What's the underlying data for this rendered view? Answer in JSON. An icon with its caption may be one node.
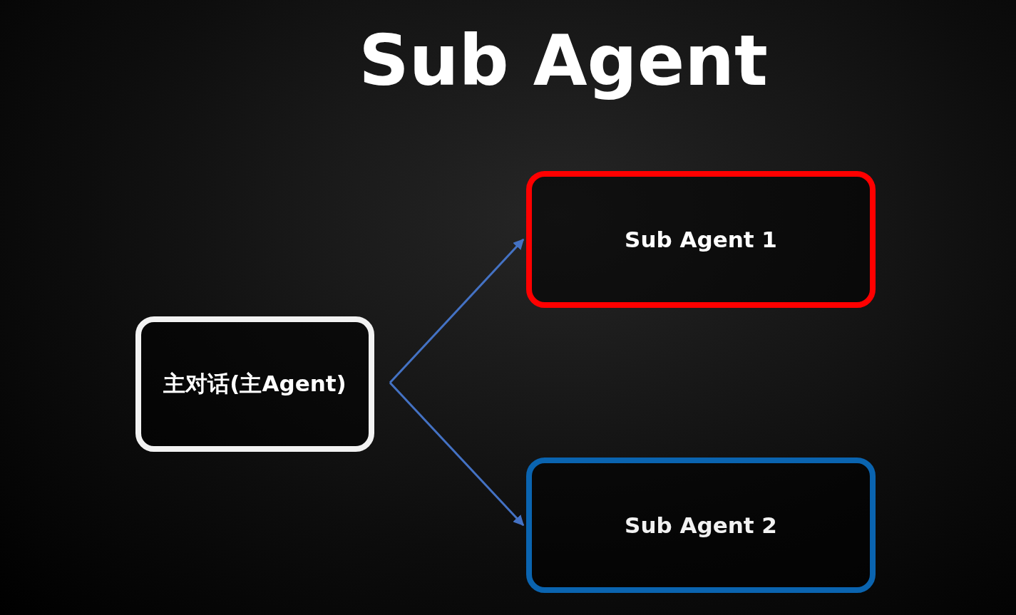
{
  "diagram": {
    "title": "Sub Agent",
    "nodes": [
      {
        "text": [
          "主对话(主Agent)"
        ]
      },
      {
        "text": [
          "Sub Agent 1"
        ]
      },
      {
        "text": [
          "Sub Agent 2"
        ]
      }
    ],
    "edges": [
      {
        "from": 0,
        "to": 1,
        "arrow": "to"
      },
      {
        "from": 0,
        "to": 2,
        "arrow": "to"
      }
    ]
  }
}
